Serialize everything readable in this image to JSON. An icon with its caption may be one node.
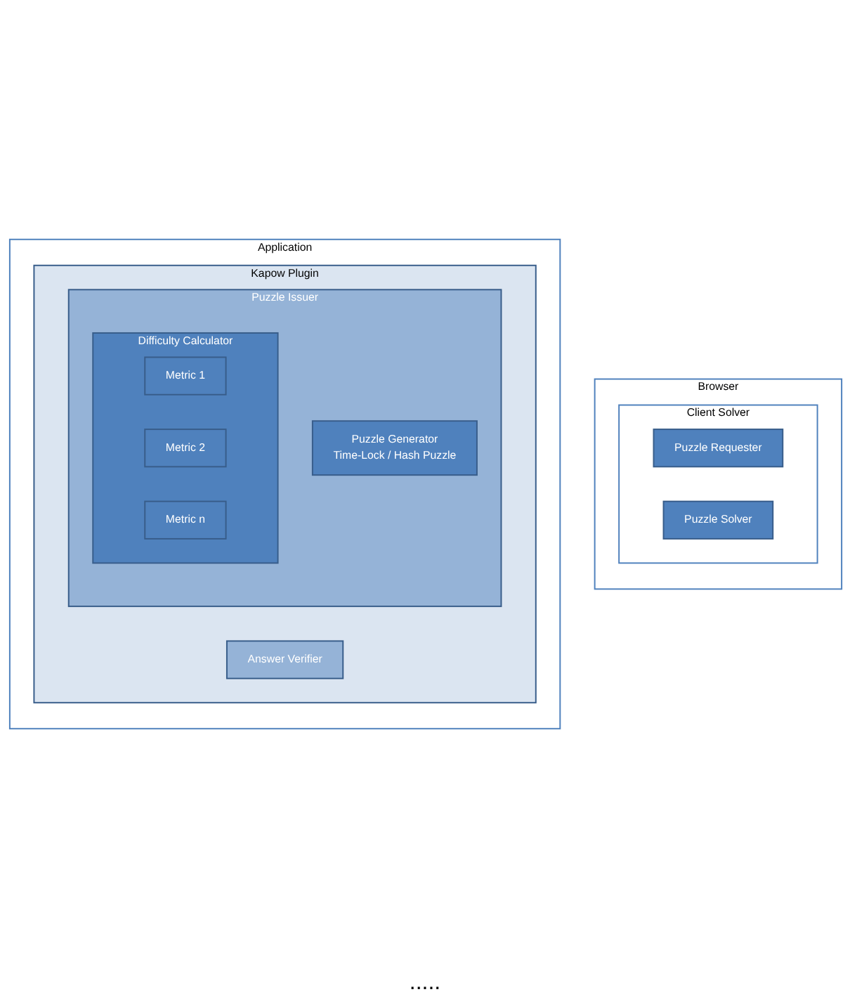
{
  "diagram": {
    "nodes": [
      {
        "text": [
          "Browser"
        ]
      },
      {
        "text": [
          "Client Solver"
        ],
        "in": 0
      },
      {
        "text": [
          "Puzzle Requester"
        ],
        "in": 1
      },
      {
        "text": [
          "Puzzle Solver"
        ],
        "in": 1
      },
      {
        "text": [
          "Application"
        ]
      },
      {
        "text": [
          "Kapow Plugin"
        ],
        "in": 4
      },
      {
        "text": [
          "Puzzle Issuer"
        ],
        "in": 5
      },
      {
        "text": [
          "Difficulty Calculator"
        ],
        "in": 6
      },
      {
        "text": [
          "Metric 1"
        ],
        "in": 7
      },
      {
        "text": [
          "Metric 2"
        ],
        "in": 7
      },
      {
        "text": [
          "Metric n"
        ],
        "in": 7
      },
      {
        "text": [
          "Puzzle Generator",
          "Time-Lock / Hash Puzzle"
        ],
        "in": 6
      },
      {
        "text": [
          "Answer Verifier"
        ],
        "in": 5
      }
    ],
    "labels": [
      "....."
    ]
  }
}
